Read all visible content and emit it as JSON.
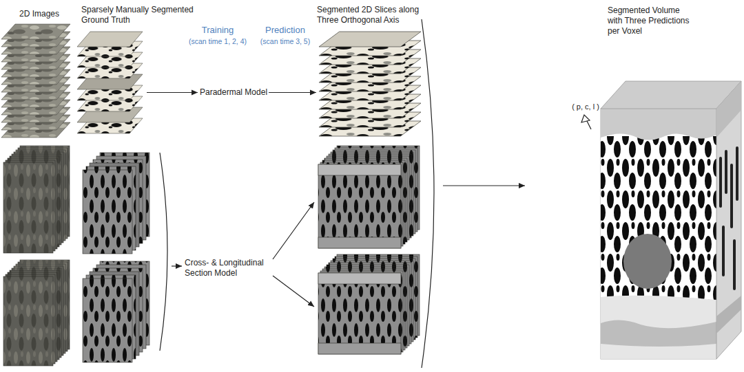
{
  "diagram": {
    "nodes": [
      {
        "text": [
          "2D Images"
        ]
      },
      {
        "text": [
          "Sparsely Manually Segmented Ground Truth"
        ]
      },
      {
        "text": [
          "Paradermal Model"
        ]
      },
      {
        "text": [
          "Segmented 2D Slices along Three Orthogonal Axis"
        ]
      },
      {
        "text": [
          "Cross- & Longitudinal Section Model"
        ]
      },
      {
        "text": [
          "Segmented Volume with Three Predictions per Voxel"
        ]
      }
    ],
    "edges": [
      {
        "from": 1,
        "to": 2,
        "arrow": "to",
        "label": "Training"
      },
      {
        "from": 2,
        "to": 3,
        "arrow": "to",
        "label": "Prediction"
      }
    ],
    "labels": [
      "(scan time 1, 2, 4)",
      "(scan time 3, 5)",
      "( p, c, l )"
    ]
  }
}
